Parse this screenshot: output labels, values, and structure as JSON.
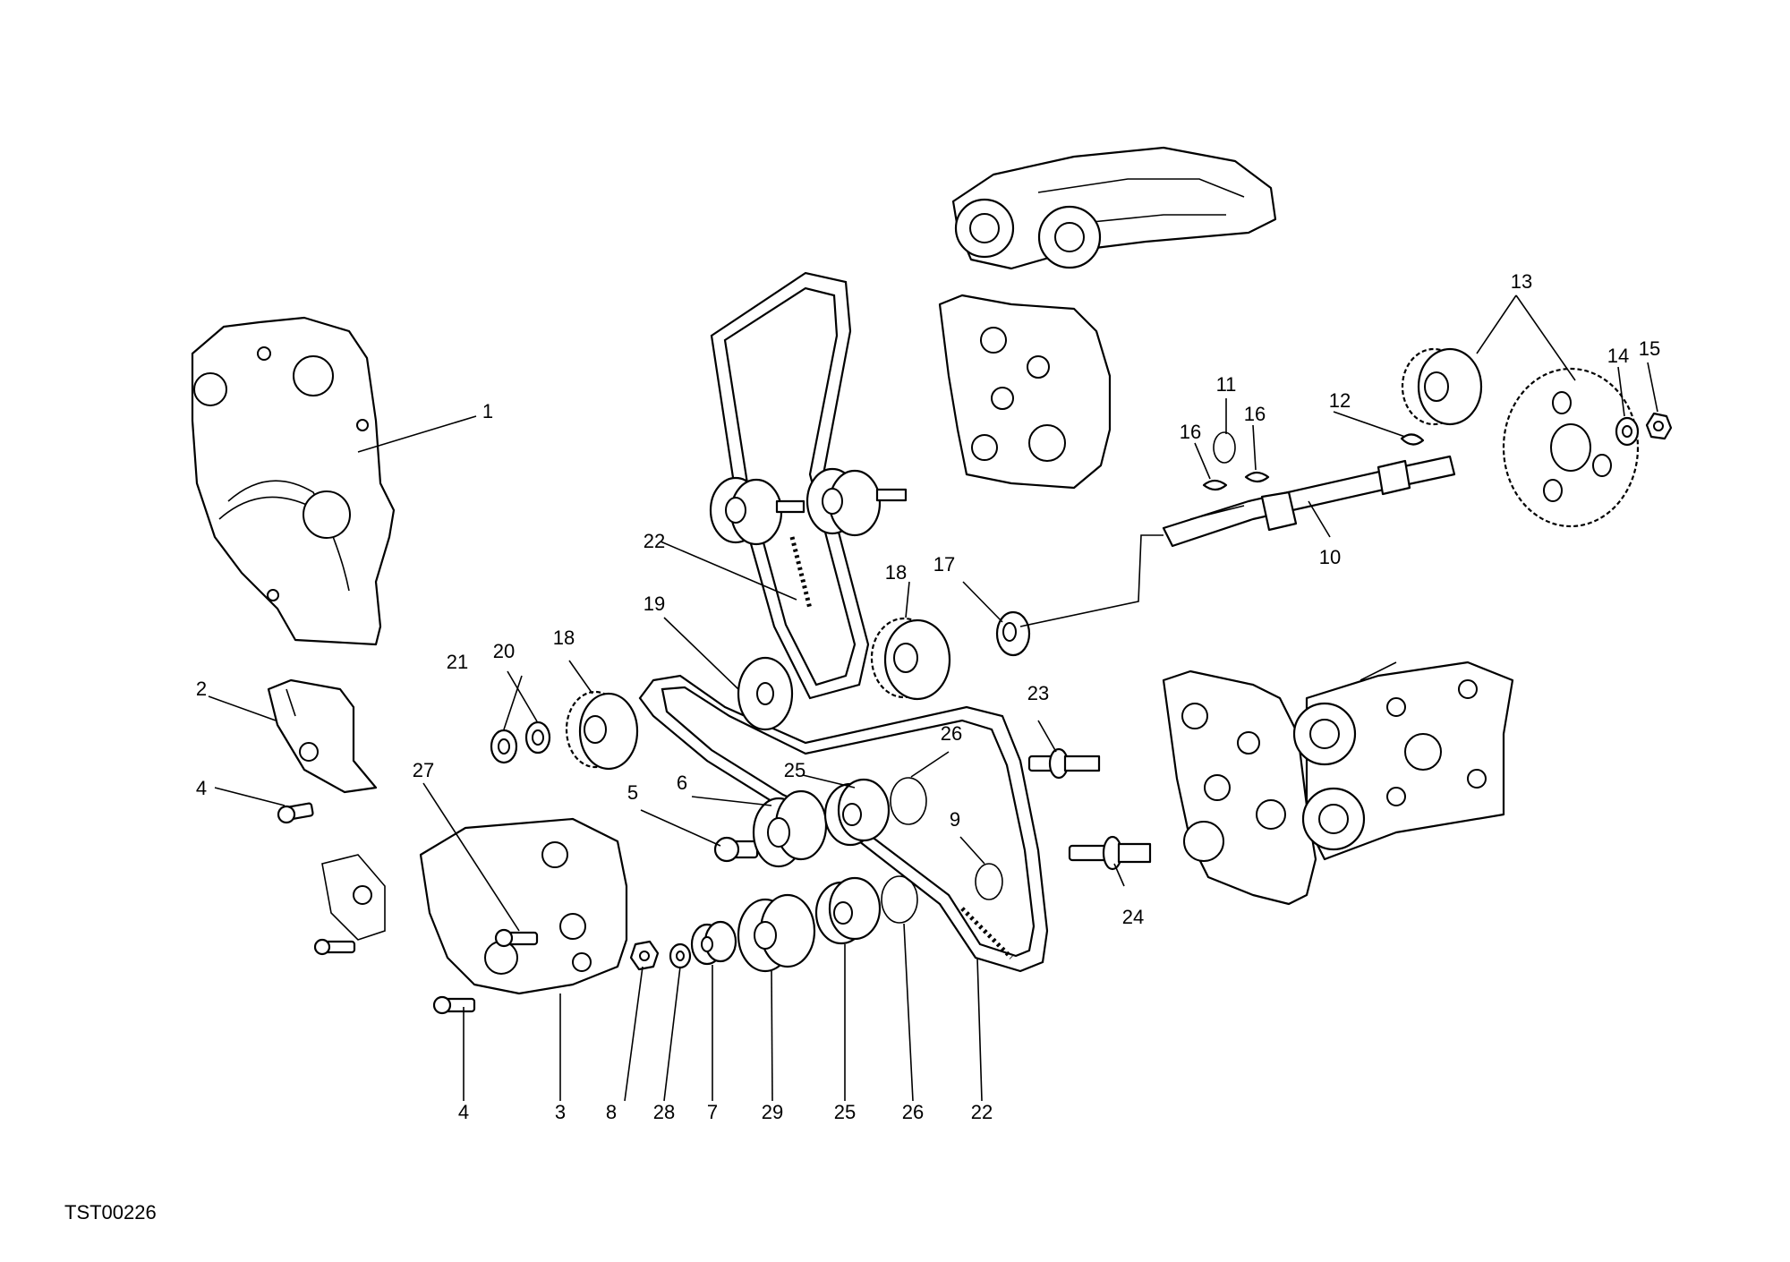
{
  "diagram": {
    "code": "TST00226",
    "callouts": [
      "1",
      "2",
      "3",
      "4",
      "4",
      "5",
      "6",
      "7",
      "8",
      "9",
      "10",
      "11",
      "12",
      "13",
      "14",
      "15",
      "16",
      "16",
      "17",
      "18",
      "18",
      "19",
      "20",
      "21",
      "22",
      "22",
      "23",
      "24",
      "25",
      "25",
      "26",
      "26",
      "27",
      "28",
      "29"
    ]
  }
}
